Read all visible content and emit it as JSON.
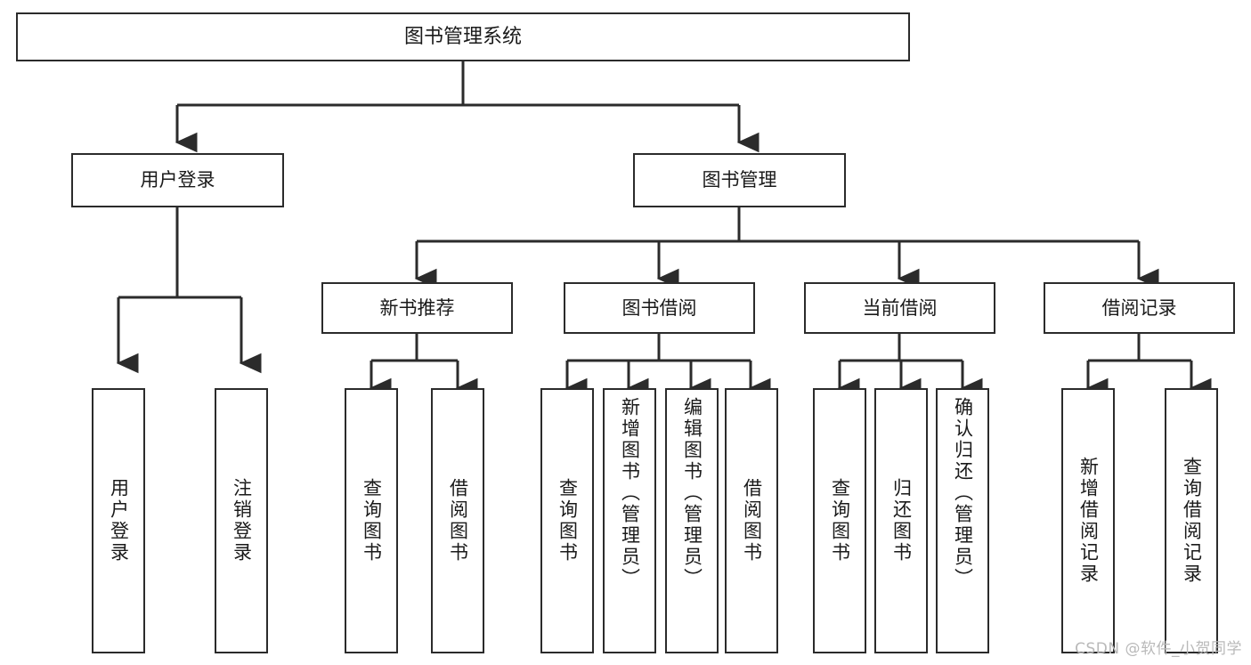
{
  "diagram": {
    "title": "图书管理系统",
    "type": "tree",
    "colors": {
      "stroke": "#2b2b2b",
      "fill": "#ffffff",
      "text": "#1a1a1a",
      "watermark": "#b9b9b9"
    },
    "root": {
      "label": "图书管理系统"
    },
    "level1": [
      {
        "label": "用户登录"
      },
      {
        "label": "图书管理"
      }
    ],
    "level2": [
      {
        "label": "新书推荐"
      },
      {
        "label": "图书借阅"
      },
      {
        "label": "当前借阅"
      },
      {
        "label": "借阅记录"
      }
    ],
    "leaves": {
      "user_login": [
        {
          "label": "用户登录"
        },
        {
          "label": "注销登录"
        }
      ],
      "new_book": [
        {
          "label": "查询图书"
        },
        {
          "label": "借阅图书"
        }
      ],
      "book_borrow": [
        {
          "label": "查询图书"
        },
        {
          "label": "新增图书（管理员）"
        },
        {
          "label": "编辑图书（管理员）"
        },
        {
          "label": "借阅图书"
        }
      ],
      "current_borrow": [
        {
          "label": "查询图书"
        },
        {
          "label": "归还图书"
        },
        {
          "label": "确认归还（管理员）"
        }
      ],
      "borrow_record": [
        {
          "label": "新增借阅记录"
        },
        {
          "label": "查询借阅记录"
        }
      ]
    }
  },
  "watermark": {
    "text": "CSDN @软件_小贺同学"
  }
}
